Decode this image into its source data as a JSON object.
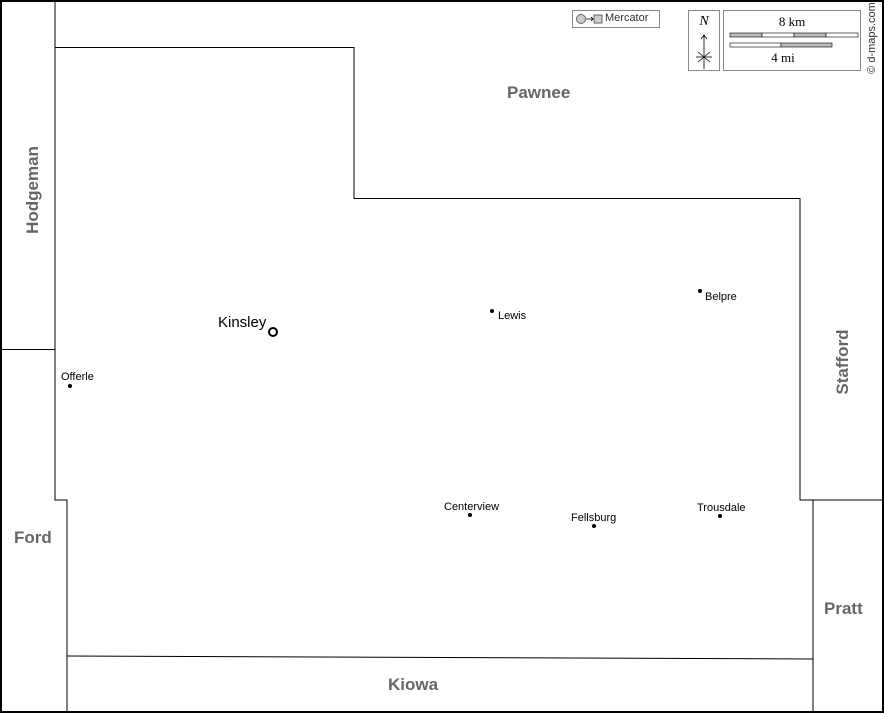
{
  "map": {
    "projection_label": "Mercator",
    "north_label": "N",
    "scale_km": "8 km",
    "scale_mi": "4 mi",
    "credit": "© d-maps.com",
    "counties": {
      "pawnee": "Pawnee",
      "hodgeman": "Hodgeman",
      "ford": "Ford",
      "stafford": "Stafford",
      "pratt": "Pratt",
      "kiowa": "Kiowa"
    },
    "seat": "Kinsley",
    "towns": {
      "lewis": "Lewis",
      "belpre": "Belpre",
      "offerle": "Offerle",
      "centerview": "Centerview",
      "fellsburg": "Fellsburg",
      "trousdale": "Trousdale"
    }
  }
}
